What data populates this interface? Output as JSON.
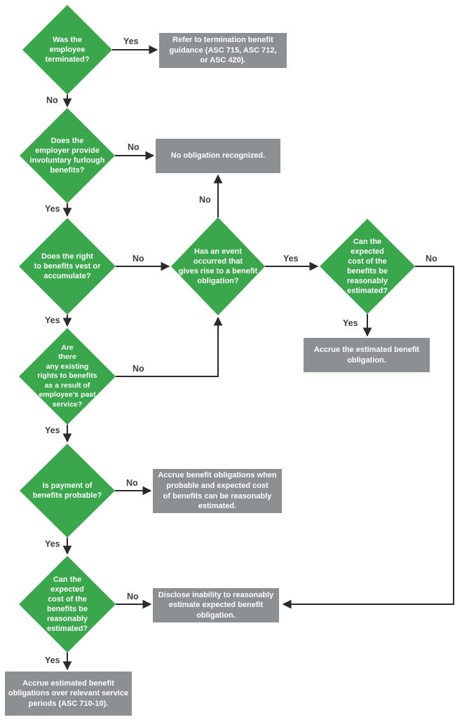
{
  "flowchart": {
    "type": "decision-flowchart",
    "colors": {
      "decision_diamond_green": "#3aa74c",
      "outcome_box_gray": "#8d9093",
      "connector_black": "#2b2a2b",
      "edge_label_dark": "#3f3f41",
      "node_text_white": "#ffffff"
    },
    "nodes": {
      "d1": "Was the\nemployee\nterminated?",
      "d2": "Does the\nemployer provide\ninvoluntary furlough\nbenefits?",
      "d3": "Does the right\nto benefits vest or\naccumulate?",
      "d4": "Has an event\noccurred that\ngives rise to a benefit\nobligation?",
      "d5": "Can the\nexpected\ncost of the\nbenefits be\nreasonably\nestimated?",
      "d6": "Are\nthere\nany existing\nrights to benefits\nas a result of\nemployee’s past\nservice?",
      "d7": "Is payment of\nbenefits probable?",
      "d8": "Can the\nexpected\ncost of the\nbenefits be\nreasonably\nestimated?",
      "b1": "Refer to termination benefit\nguidance (ASC 715, ASC 712,\nor ASC 420).",
      "b2": "No obligation recognized.",
      "b3": "Accrue the estimated benefit\nobligation.",
      "b4": "Accrue benefit obligations when\nprobable and expected cost\nof benefits can be reasonably\nestimated.",
      "b5": "Disclose inability to reasonably\nestimate expected benefit\nobligation.",
      "b6": "Accrue estimated benefit\nobligations over relevant service\nperiods (ASC 710-10)."
    },
    "edges": {
      "e1": "Yes",
      "e2": "No",
      "e3": "No",
      "e4": "Yes",
      "e5": "No",
      "e6": "No",
      "e7": "Yes",
      "e8": "Yes",
      "e9": "No",
      "e10": "Yes",
      "e11": "No",
      "e12": "Yes",
      "e13": "No",
      "e14": "Yes",
      "e15": "No",
      "e16": "Yes"
    }
  }
}
